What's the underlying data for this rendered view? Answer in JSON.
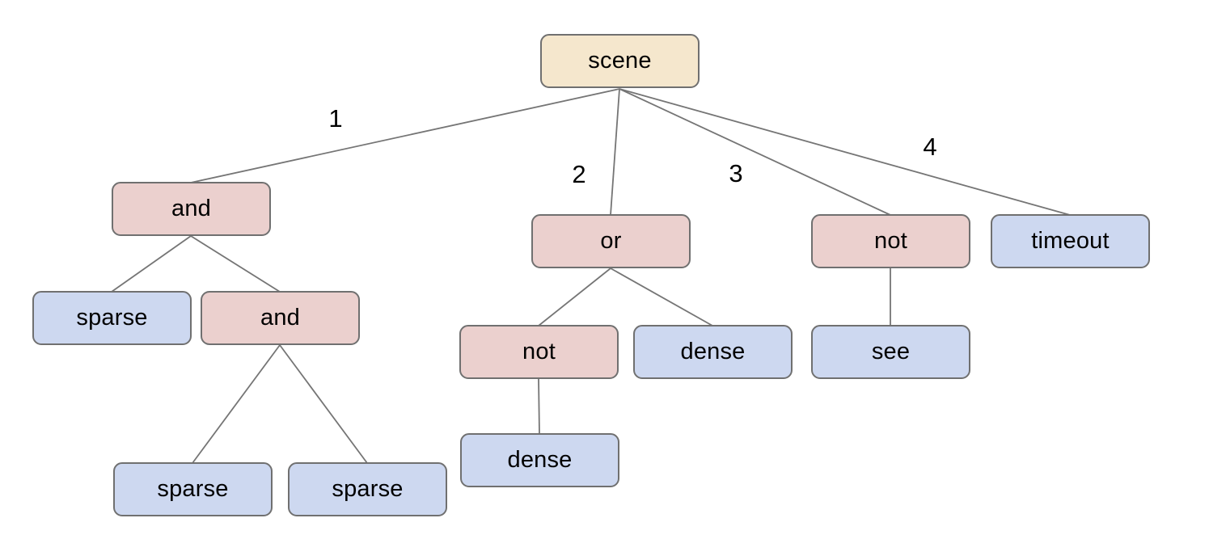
{
  "diagram_type": "tree",
  "nodes": [
    {
      "id": "scene",
      "label": "scene",
      "role": "root"
    },
    {
      "id": "and-1",
      "label": "and",
      "role": "operator"
    },
    {
      "id": "or",
      "label": "or",
      "role": "operator"
    },
    {
      "id": "not-1",
      "label": "not",
      "role": "operator"
    },
    {
      "id": "timeout",
      "label": "timeout",
      "role": "leaf"
    },
    {
      "id": "sparse-1",
      "label": "sparse",
      "role": "leaf"
    },
    {
      "id": "and-2",
      "label": "and",
      "role": "operator"
    },
    {
      "id": "not-2",
      "label": "not",
      "role": "operator"
    },
    {
      "id": "dense-1",
      "label": "dense",
      "role": "leaf"
    },
    {
      "id": "see",
      "label": "see",
      "role": "leaf"
    },
    {
      "id": "dense-2",
      "label": "dense",
      "role": "leaf"
    },
    {
      "id": "sparse-2",
      "label": "sparse",
      "role": "leaf"
    },
    {
      "id": "sparse-3",
      "label": "sparse",
      "role": "leaf"
    }
  ],
  "edges": [
    {
      "from": "scene",
      "to": "and-1",
      "label": "1"
    },
    {
      "from": "scene",
      "to": "or",
      "label": "2"
    },
    {
      "from": "scene",
      "to": "not-1",
      "label": "3"
    },
    {
      "from": "scene",
      "to": "timeout",
      "label": "4"
    },
    {
      "from": "and-1",
      "to": "sparse-1",
      "label": ""
    },
    {
      "from": "and-1",
      "to": "and-2",
      "label": ""
    },
    {
      "from": "and-2",
      "to": "sparse-2",
      "label": ""
    },
    {
      "from": "and-2",
      "to": "sparse-3",
      "label": ""
    },
    {
      "from": "or",
      "to": "not-2",
      "label": ""
    },
    {
      "from": "or",
      "to": "dense-1",
      "label": ""
    },
    {
      "from": "not-2",
      "to": "dense-2",
      "label": ""
    },
    {
      "from": "not-1",
      "to": "see",
      "label": ""
    }
  ],
  "colors": {
    "root_fill": "#f5e7cd",
    "operator_fill": "#ebd0ce",
    "leaf_fill": "#cdd8f0",
    "node_border": "#707070",
    "edge_line": "#757575",
    "text": "#000000",
    "canvas": "#ffffff"
  }
}
